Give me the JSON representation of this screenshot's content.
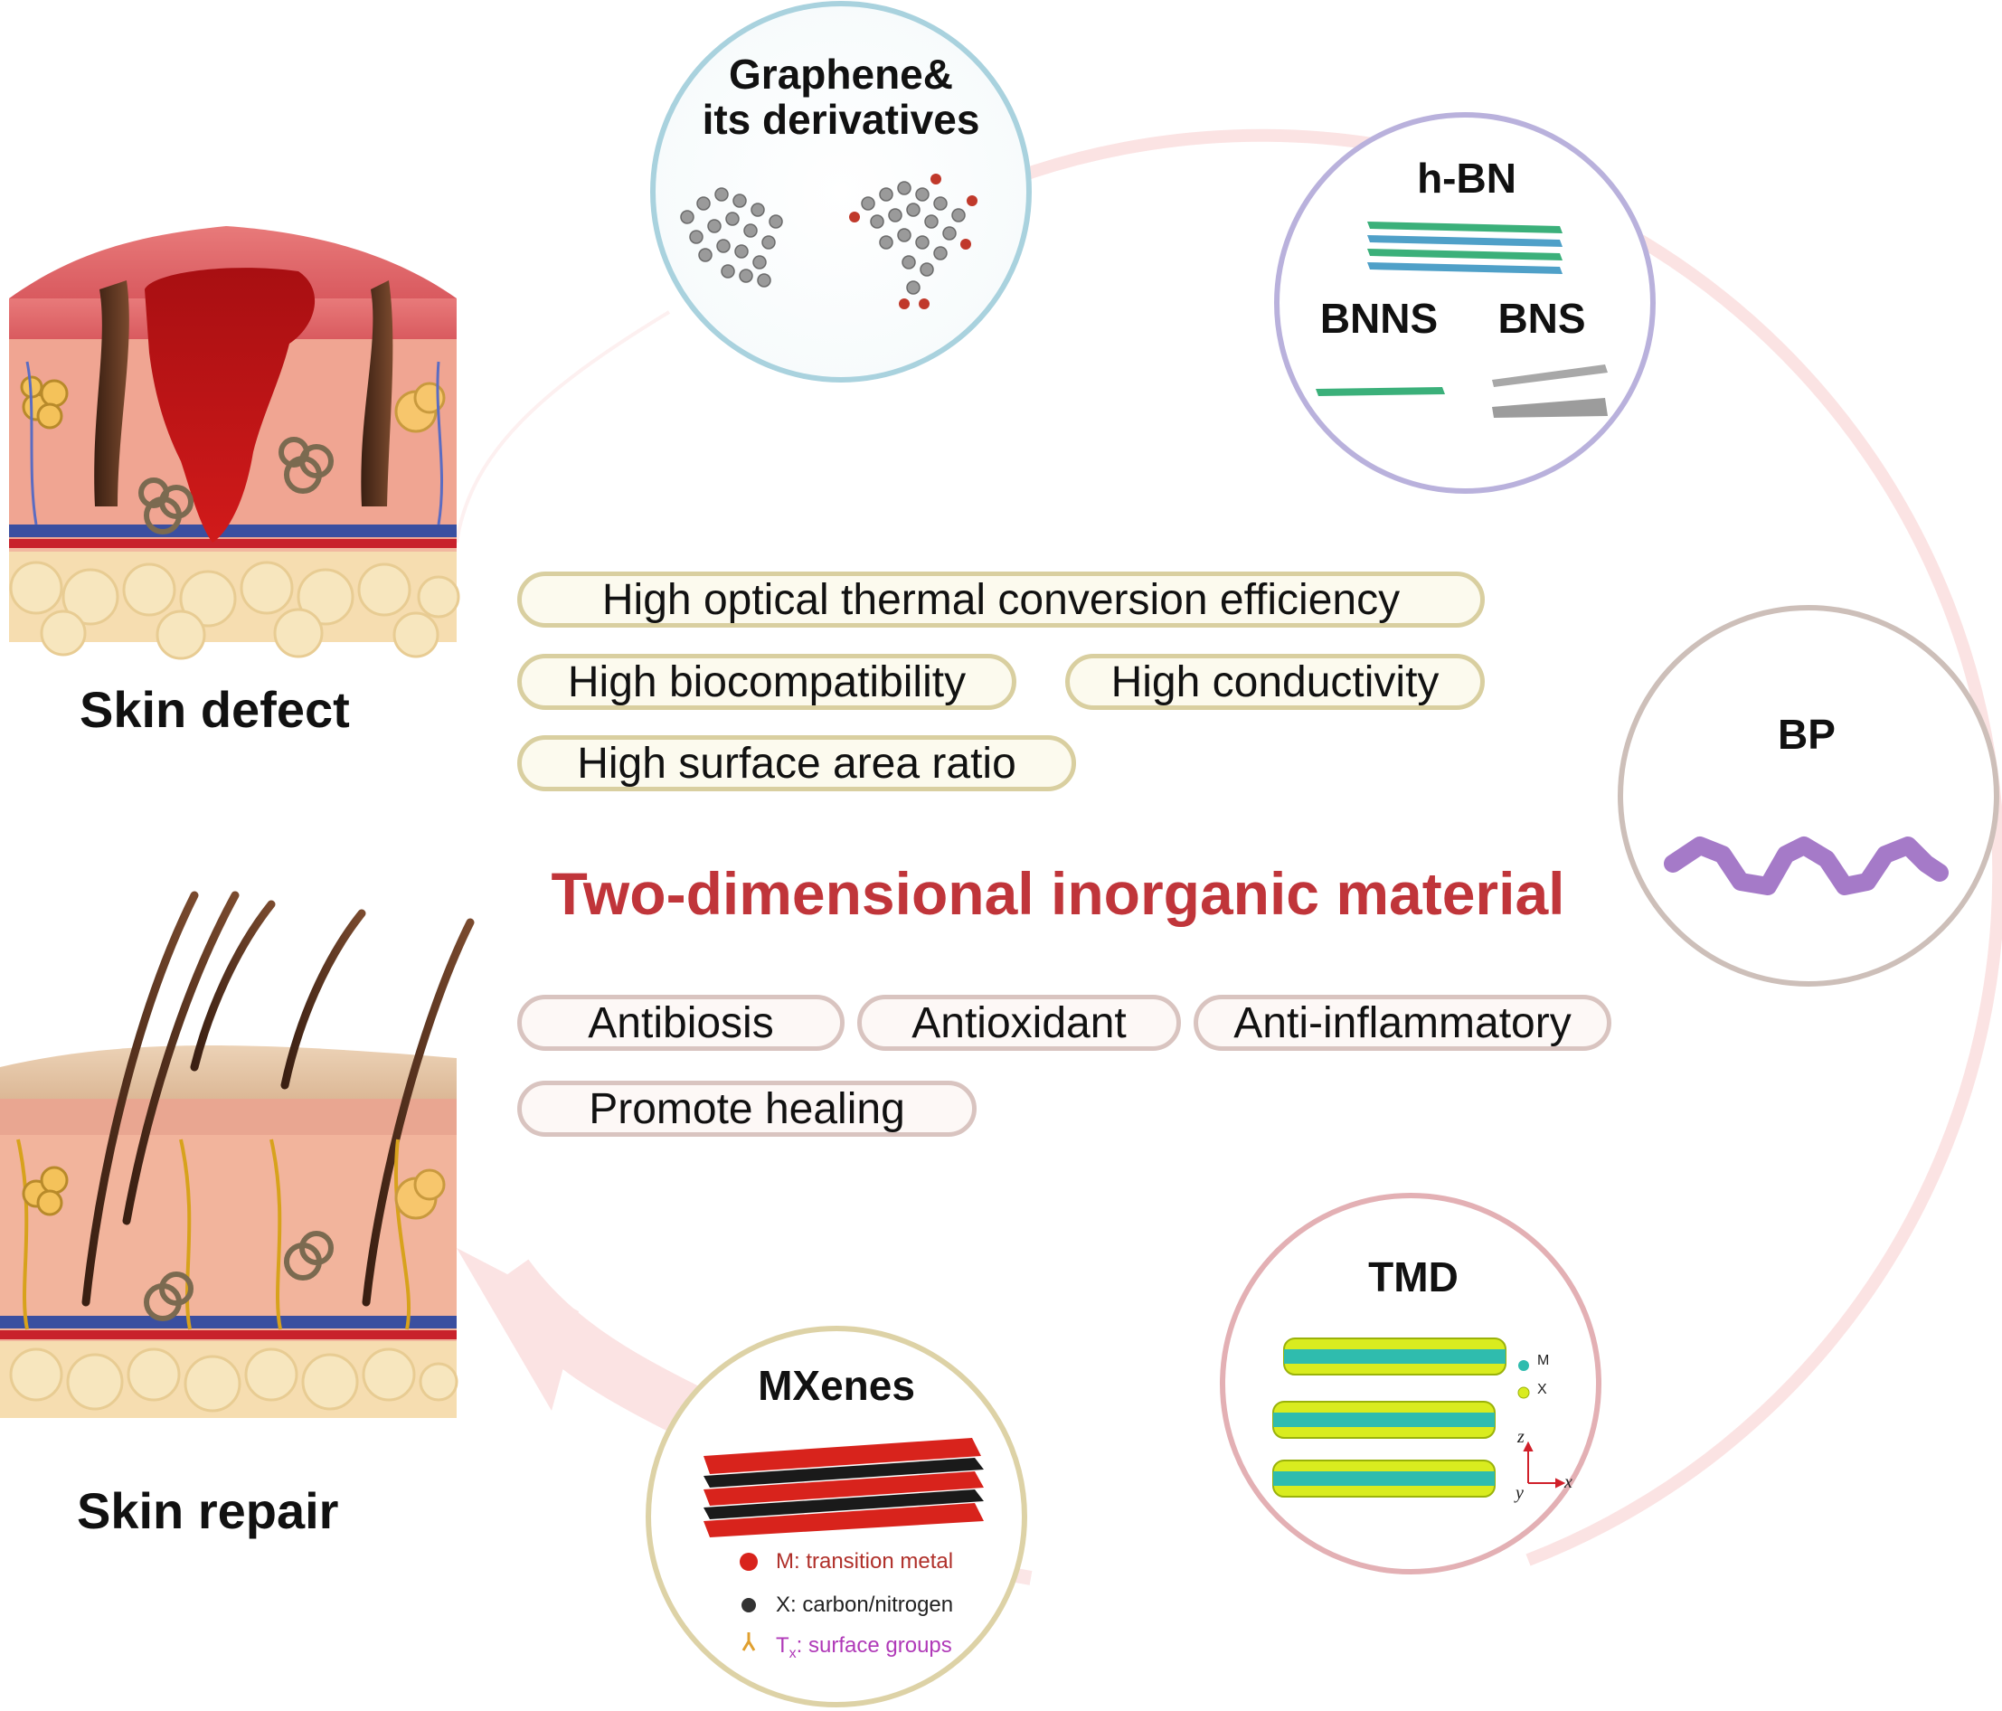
{
  "center_title": "Two-dimensional inorganic material",
  "skin": {
    "defect_label": "Skin defect",
    "repair_label": "Skin repair"
  },
  "properties": {
    "optical": "High optical thermal conversion efficiency",
    "biocompatibility": "High biocompatibility",
    "conductivity": "High conductivity",
    "surface_area": "High surface area ratio"
  },
  "effects": {
    "antibiosis": "Antibiosis",
    "antioxidant": "Antioxidant",
    "anti_inflammatory": "Anti-inflammatory",
    "promote_healing": "Promote healing"
  },
  "materials": {
    "graphene": {
      "line1": "Graphene&",
      "line2": "its derivatives",
      "color": "#a9d2de"
    },
    "hbn": {
      "title": "h-BN",
      "bnns": "BNNS",
      "bns": "BNS",
      "color": "#b9b1dc"
    },
    "bp": {
      "title": "BP",
      "color": "#cdbfb9"
    },
    "tmd": {
      "title": "TMD",
      "legend_m": "M",
      "legend_x": "X",
      "axis_z": "z",
      "axis_y": "y",
      "axis_x": "x",
      "color": "#e3b0b4"
    },
    "mxenes": {
      "title": "MXenes",
      "legend_m": "M: transition metal",
      "legend_x": "X: carbon/nitrogen",
      "legend_t_prefix": "T",
      "legend_t_sub": "x",
      "legend_t_suffix": ": surface groups",
      "color": "#ddd2a6"
    }
  }
}
